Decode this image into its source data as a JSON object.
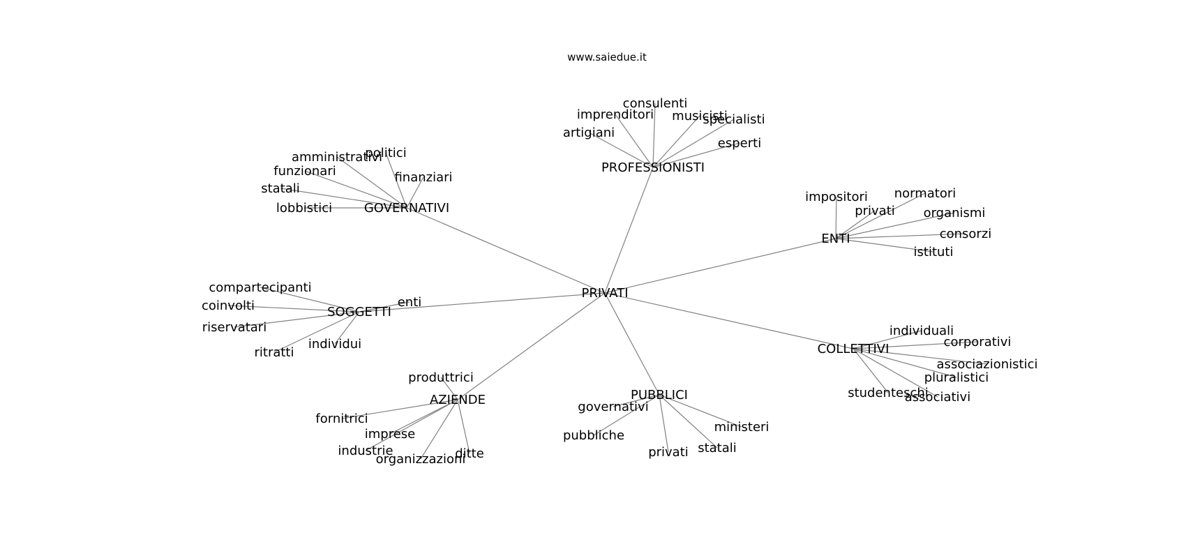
{
  "website": "www.saiedue.it",
  "colors": {
    "edge": "#808080",
    "text": "#000000",
    "background": "#ffffff"
  },
  "graph": {
    "root": "PRIVATI",
    "hubs": [
      {
        "label": "PROFESSIONISTI",
        "leaves": [
          "consulenti",
          "imprenditori",
          "musicisti",
          "specialisti",
          "artigiani",
          "esperti"
        ]
      },
      {
        "label": "GOVERNATIVI",
        "leaves": [
          "amministrativi",
          "politici",
          "funzionari",
          "finanziari",
          "statali",
          "lobbistici"
        ]
      },
      {
        "label": "ENTI",
        "leaves": [
          "impositori",
          "normatori",
          "privati",
          "organismi",
          "consorzi",
          "istituti"
        ]
      },
      {
        "label": "SOGGETTI",
        "leaves": [
          "compartecipanti",
          "coinvolti",
          "enti",
          "riservatari",
          "individui",
          "ritratti"
        ]
      },
      {
        "label": "COLLETTIVI",
        "leaves": [
          "individuali",
          "corporativi",
          "associazionistici",
          "pluralistici",
          "studenteschi",
          "associativi"
        ]
      },
      {
        "label": "AZIENDE",
        "leaves": [
          "produttrici",
          "fornitrici",
          "imprese",
          "industrie",
          "organizzazioni",
          "ditte"
        ]
      },
      {
        "label": "PUBBLICI",
        "leaves": [
          "governativi",
          "pubbliche",
          "ministeri",
          "privati",
          "statali"
        ]
      }
    ]
  }
}
